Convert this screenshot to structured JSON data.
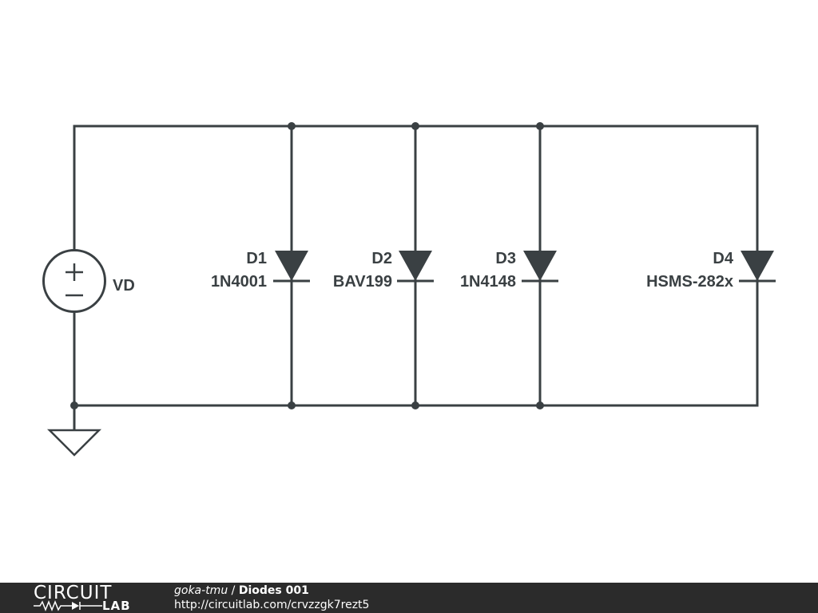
{
  "circuit": {
    "source": {
      "name": "VD",
      "plus_symbol": "+",
      "minus_symbol": "−"
    },
    "diodes": [
      {
        "ref": "D1",
        "part": "1N4001"
      },
      {
        "ref": "D2",
        "part": "BAV199"
      },
      {
        "ref": "D3",
        "part": "1N4148"
      },
      {
        "ref": "D4",
        "part": "HSMS-282x"
      }
    ],
    "colors": {
      "wire": "#3a4043",
      "footer_bg": "#2b2b2b",
      "background": "#ffffff"
    }
  },
  "footer": {
    "logo_top": "CIRCUIT",
    "logo_bottom": "LAB",
    "user": "goka-tmu",
    "separator": " / ",
    "title": "Diodes 001",
    "url": "http://circuitlab.com/crvzzgk7rezt5"
  }
}
